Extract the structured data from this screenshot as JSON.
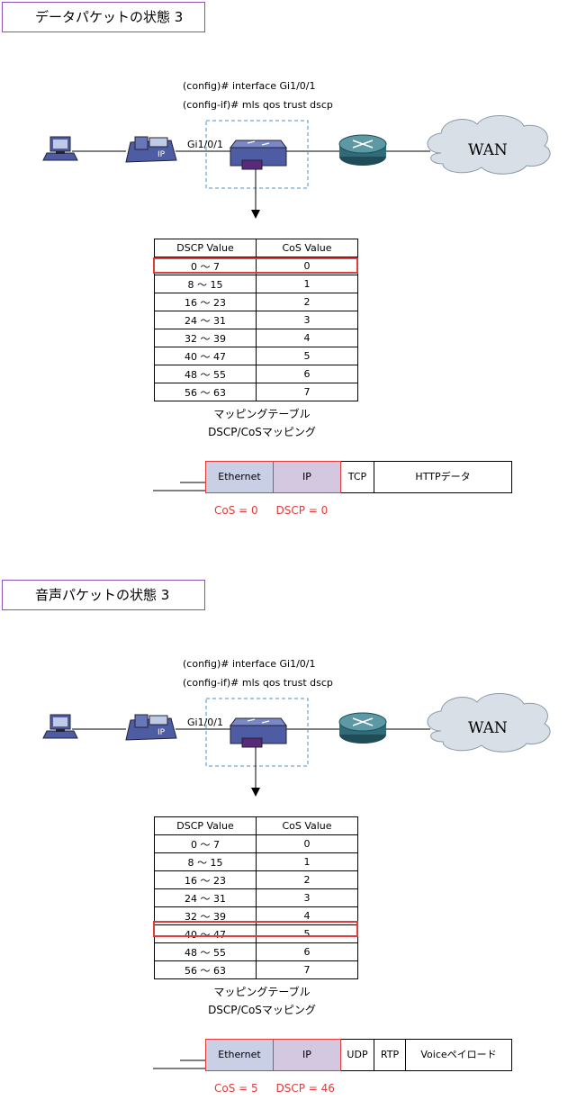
{
  "panels": [
    {
      "title": "データパケットの状態 3",
      "commands": [
        "(config)# interface Gi1/0/1",
        "(config-if)# mls qos trust dscp"
      ],
      "port_label": "Gi1/0/1",
      "phone_label": "IP",
      "wan_label": "WAN",
      "table_headers": [
        "DSCP Value",
        "CoS Value"
      ],
      "table_rows": [
        [
          "0 〜 7",
          "0"
        ],
        [
          "8 〜 15",
          "1"
        ],
        [
          "16 〜 23",
          "2"
        ],
        [
          "24 〜 31",
          "3"
        ],
        [
          "32 〜 39",
          "4"
        ],
        [
          "40 〜 47",
          "5"
        ],
        [
          "48 〜 55",
          "6"
        ],
        [
          "56 〜 63",
          "7"
        ]
      ],
      "highlighted_row": 0,
      "caption_line1": "マッピングテーブル",
      "caption_line2": "DSCP/CoSマッピング",
      "frame_segments": [
        "Ethernet",
        "IP",
        "TCP",
        "HTTPデータ"
      ],
      "cos_label": "CoS = 0",
      "dscp_label": "DSCP = 0"
    },
    {
      "title": "音声パケットの状態 3",
      "commands": [
        "(config)# interface Gi1/0/1",
        "(config-if)# mls qos trust dscp"
      ],
      "port_label": "Gi1/0/1",
      "phone_label": "IP",
      "wan_label": "WAN",
      "table_headers": [
        "DSCP Value",
        "CoS Value"
      ],
      "table_rows": [
        [
          "0 〜 7",
          "0"
        ],
        [
          "8 〜 15",
          "1"
        ],
        [
          "16 〜 23",
          "2"
        ],
        [
          "24 〜 31",
          "3"
        ],
        [
          "32 〜 39",
          "4"
        ],
        [
          "40 〜 47",
          "5"
        ],
        [
          "48 〜 55",
          "6"
        ],
        [
          "56 〜 63",
          "7"
        ]
      ],
      "highlighted_row": 5,
      "caption_line1": "マッピングテーブル",
      "caption_line2": "DSCP/CoSマッピング",
      "frame_segments": [
        "Ethernet",
        "IP",
        "UDP",
        "RTP",
        "Voiceペイロード"
      ],
      "cos_label": "CoS = 5",
      "dscp_label": "DSCP = 46"
    }
  ],
  "colors": {
    "title_border": "#8a4fb8",
    "highlight": "#e03c3c",
    "ethernet_fill": "#c9d0e6",
    "ip_fill": "#d4c8e0",
    "cloud_fill": "#d9dfe6",
    "router_fill": "#2f6b78",
    "switch_fill": "#4e5da3",
    "dashed_box": "#4a90c8"
  },
  "icons": [
    "pc-icon",
    "ip-phone-icon",
    "switch-icon",
    "router-icon",
    "wan-cloud-icon"
  ]
}
